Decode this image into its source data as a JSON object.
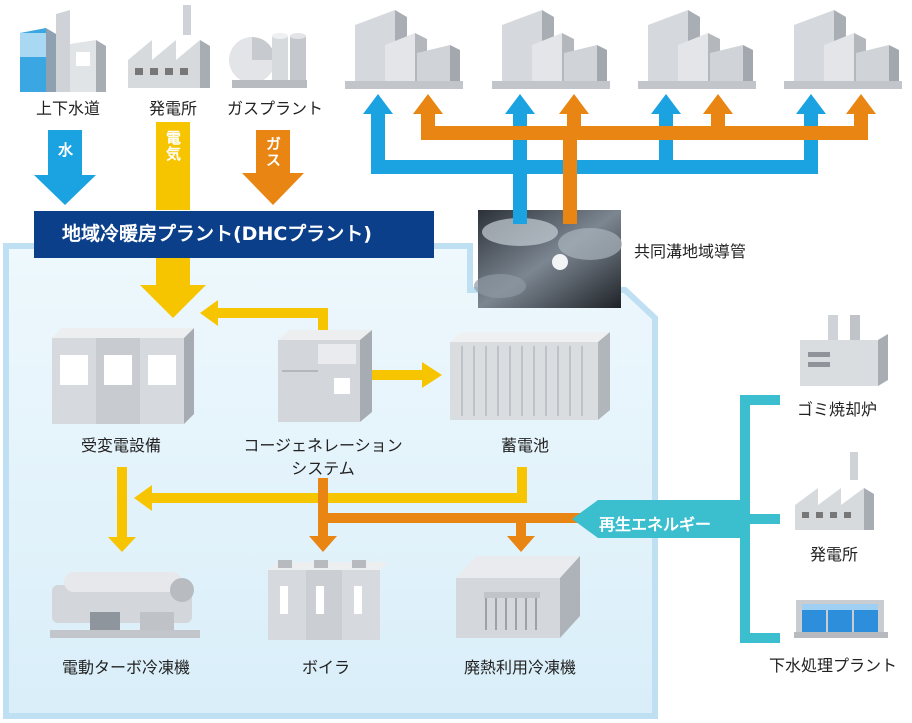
{
  "sources": {
    "water_label": "上下水道",
    "power_label": "発電所",
    "gas_label": "ガスプラント"
  },
  "flows": {
    "water": "水",
    "electricity": "電気",
    "gas": "ガス"
  },
  "banner": "地域冷暖房プラント(DHCプラント)",
  "tunnel_label": "共同溝地域導管",
  "equipment": {
    "substation": "受変電設備",
    "cogeneration_line1": "コージェネレーション",
    "cogeneration_line2": "システム",
    "battery": "蓄電池",
    "turbo_chiller": "電動ターボ冷凍機",
    "boiler": "ボイラ",
    "absorption_chiller": "廃熱利用冷凍機"
  },
  "renewable": {
    "label": "再生エネルギー",
    "sources": [
      "ゴミ焼却炉",
      "発電所",
      "下水処理プラント"
    ]
  },
  "colors": {
    "water_blue": "#1aa3e0",
    "gas_orange": "#e98512",
    "electric_yellow": "#f7c400",
    "banner_navy": "#0b3f8a",
    "renew_teal": "#3bbfcf",
    "panel_light": "#eaf5fc"
  }
}
